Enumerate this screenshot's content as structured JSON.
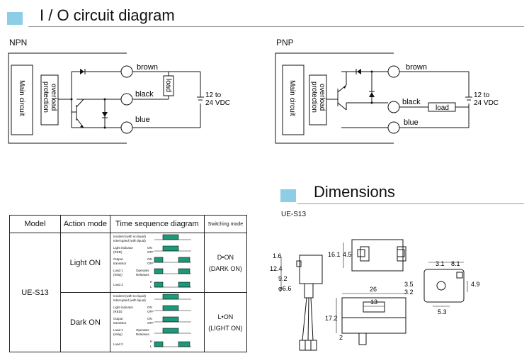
{
  "io": {
    "title": "I / O circuit diagram"
  },
  "npn": {
    "heading": "NPN",
    "main_circuit": "Main circuit",
    "overload_line1": "overload",
    "overload_line2": "protection",
    "load": "load",
    "brown": "brown",
    "black": "black",
    "blue": "blue",
    "supply_line1": "12 to",
    "supply_line2": "24 VDC"
  },
  "pnp": {
    "heading": "PNP",
    "main_circuit": "Main circuit",
    "overload_line1": "overload",
    "overload_line2": "protection",
    "load": "load",
    "brown": "brown",
    "black": "black",
    "blue": "blue",
    "supply_line1": "12 to",
    "supply_line2": "24 VDC"
  },
  "dimensions": {
    "title": "Dimensions",
    "model": "UE-S13",
    "labels": {
      "d1": "1.6",
      "d2": "12.4",
      "d3": "9.2",
      "d4": "φ6.6",
      "d5": "16.1",
      "d6": "4.5",
      "d7": "26",
      "d8": "13",
      "d9": "17.2",
      "d10": "2",
      "d11": "3.1",
      "d12": "8.1",
      "d13": "3.5",
      "d14": "3.2",
      "d15": "4.9",
      "d16": "5.3"
    }
  },
  "table": {
    "headers": [
      "Model",
      "Action mode",
      "Time sequence diagram",
      "Switching mode"
    ],
    "model": "UE-S13",
    "rows": [
      {
        "action": "Light ON",
        "switch_line1": "D•ON",
        "switch_line2": "(DARK ON)"
      },
      {
        "action": "Dark ON",
        "switch_line1": "L•ON",
        "switch_line2": "(LIGHT ON)"
      }
    ],
    "seq": {
      "incident": "Incident (with no liquid)",
      "interrupted": "Interrupted (with liquid)",
      "light_ind": "Light indicator",
      "red": "(RED)",
      "on": "ON",
      "off": "OFF",
      "output": "Output",
      "transistor": "transistor",
      "load1": "Load 1",
      "relay": "(relay)",
      "operates": "Operates",
      "releases": "Releases",
      "load2": "Load 2",
      "h": "H",
      "l": "L"
    }
  }
}
